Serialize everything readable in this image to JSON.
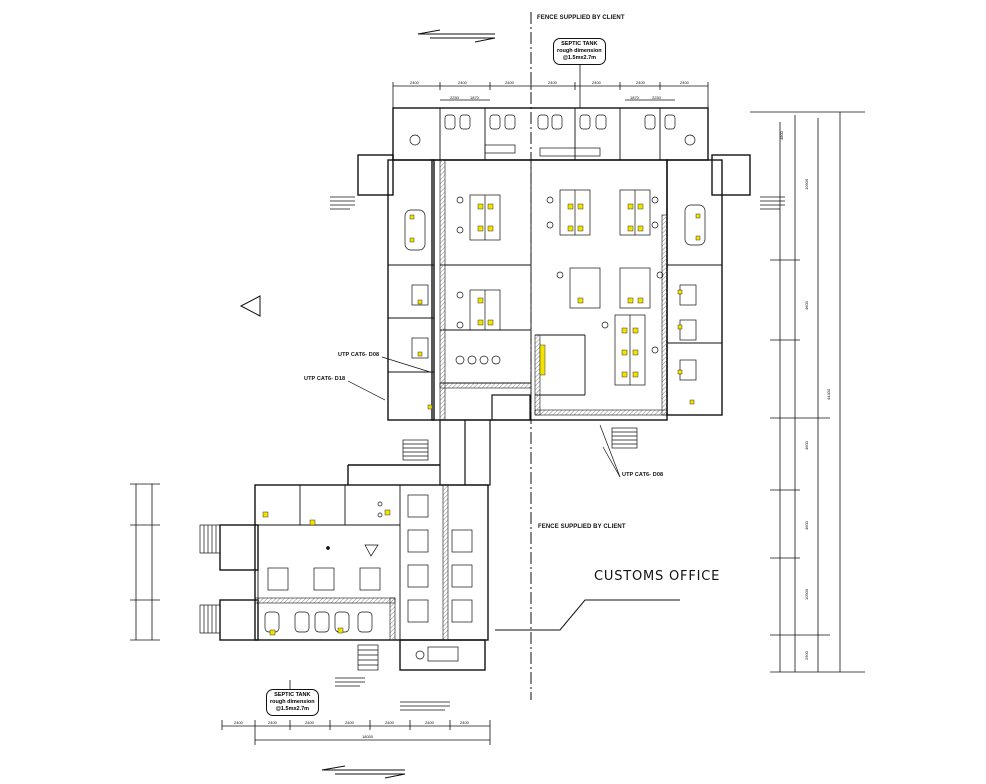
{
  "labels": {
    "fence_top": "FENCE SUPPLIED BY CLIENT",
    "fence_mid": "FENCE SUPPLIED BY CLIENT",
    "customs_office": "CUSTOMS OFFICE",
    "utp_1": "UTP CAT6- D08",
    "utp_2": "UTP CAT6- D18",
    "utp_3": "UTP CAT6- D08"
  },
  "septic_tanks": [
    {
      "title": "SEPTIC TANK",
      "line1": "rough dimension",
      "line2": "@1.5mx2.7m"
    },
    {
      "title": "SEPTIC TANK",
      "line1": "rough dimension",
      "line2": "@1.5mx2.7m"
    }
  ],
  "colors": {
    "lines": "#111111",
    "fixtures": "#f2e200",
    "hatch": "#999999"
  }
}
